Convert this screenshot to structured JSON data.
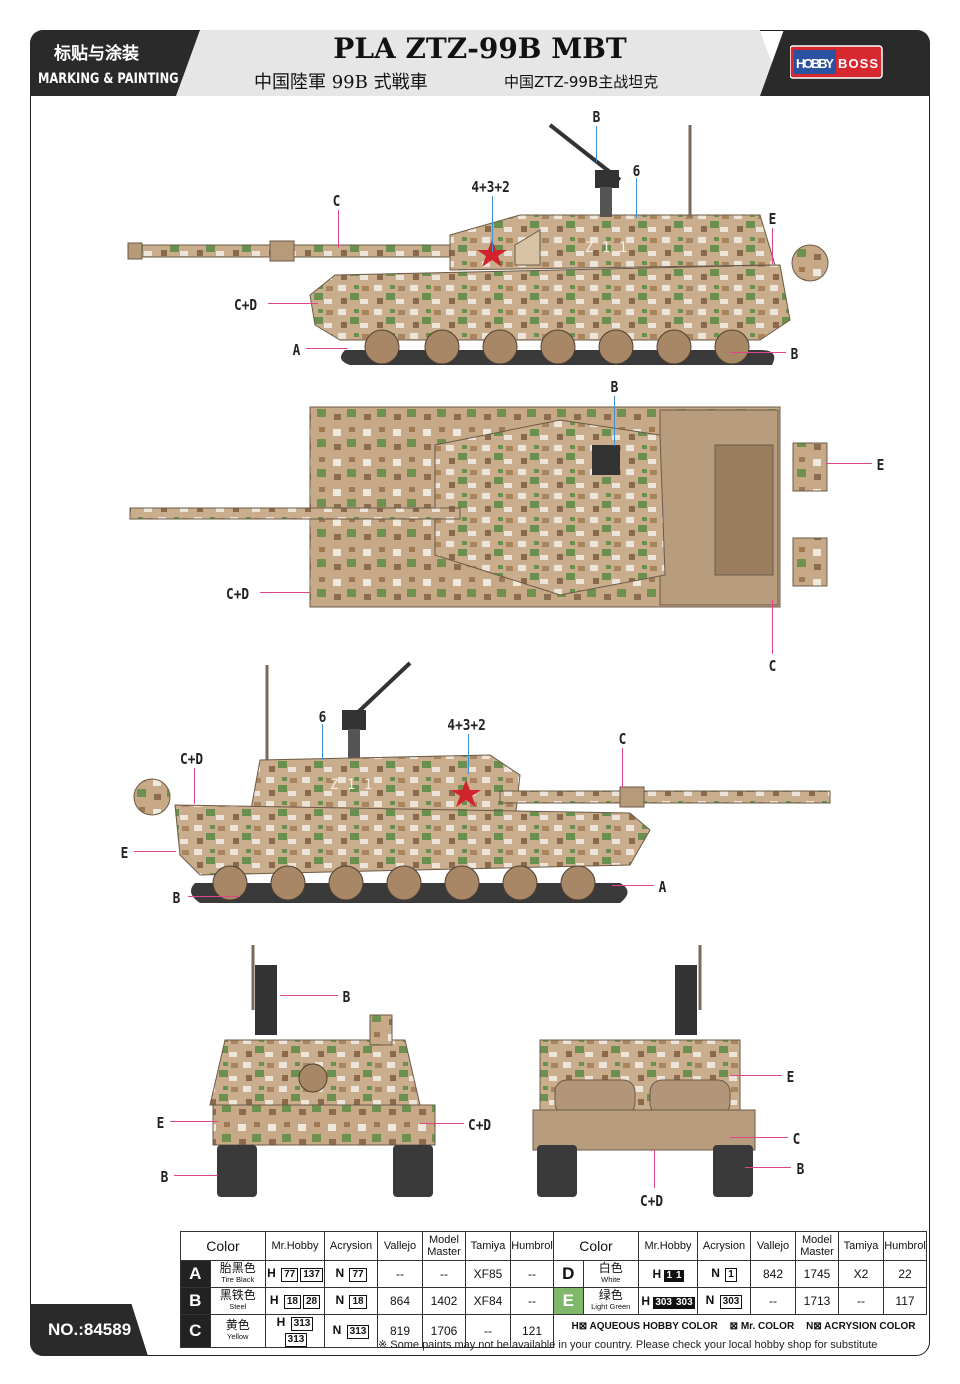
{
  "header": {
    "left_cn": "标贴与涂装",
    "left_en": "MARKING & PAINTING",
    "title": "PLA ZTZ-99B MBT",
    "subtitle_jp": "中国陸軍 99B 式戦車",
    "subtitle_cn": "中国ZTZ-99B主战坦克",
    "brand": "HOBBY BOSS",
    "brand_mark": "®"
  },
  "views": {
    "left_side": {
      "labels": [
        "B",
        "6",
        "4+3+2",
        "C",
        "E",
        "C+D",
        "A",
        "B"
      ],
      "hull_number": "Z 1 1"
    },
    "top": {
      "labels": [
        "B",
        "E",
        "C+D",
        "C"
      ]
    },
    "right_side": {
      "labels": [
        "6",
        "4+3+2",
        "C",
        "C+D",
        "E",
        "A",
        "B"
      ],
      "hull_number": "Z 1 1"
    },
    "front": {
      "labels": [
        "B",
        "E",
        "C+D",
        "B"
      ]
    },
    "rear": {
      "labels": [
        "E",
        "C",
        "B",
        "C+D"
      ]
    }
  },
  "paint_table": {
    "headers": [
      "Color",
      "Mr.Hobby",
      "Acrysion",
      "Vallejo",
      "Model Master",
      "Tamiya",
      "Humbrol"
    ],
    "rows": [
      {
        "letter": "A",
        "cn": "胎黑色",
        "en": "Tire Black",
        "h1": "77",
        "h2": "137",
        "n": "77",
        "vallejo": "--",
        "mm": "--",
        "tamiya": "XF85",
        "humbrol": "--"
      },
      {
        "letter": "B",
        "cn": "黑铁色",
        "en": "Steel",
        "h1": "18",
        "h2": "28",
        "n": "18",
        "vallejo": "864",
        "mm": "1402",
        "tamiya": "XF84",
        "humbrol": "--"
      },
      {
        "letter": "C",
        "cn": "黄色",
        "en": "Yellow",
        "h1": "313",
        "h2": "313",
        "n": "313",
        "vallejo": "819",
        "mm": "1706",
        "tamiya": "--",
        "humbrol": "121"
      },
      {
        "letter": "D",
        "cn": "白色",
        "en": "White",
        "h1": "1",
        "h2": "1",
        "n": "1",
        "vallejo": "842",
        "mm": "1745",
        "tamiya": "X2",
        "humbrol": "22"
      },
      {
        "letter": "E",
        "cn": "绿色",
        "en": "Light Green",
        "h1": "303",
        "h2": "303",
        "n": "303",
        "vallejo": "--",
        "mm": "1713",
        "tamiya": "--",
        "humbrol": "117"
      }
    ],
    "letter_colors": {
      "A": "#222222",
      "B": "#222222",
      "C": "#222222",
      "D": "#ffffff",
      "E": "#7fb86a"
    }
  },
  "legend": {
    "h": "H⊠ AQUEOUS HOBBY COLOR",
    "m": "⊠ Mr. COLOR",
    "n": "N⊠ ACRYSION COLOR"
  },
  "note": "※ Some paints may not be available in your country. Please check your local hobby shop for substitute",
  "product_no": "NO.:84589"
}
